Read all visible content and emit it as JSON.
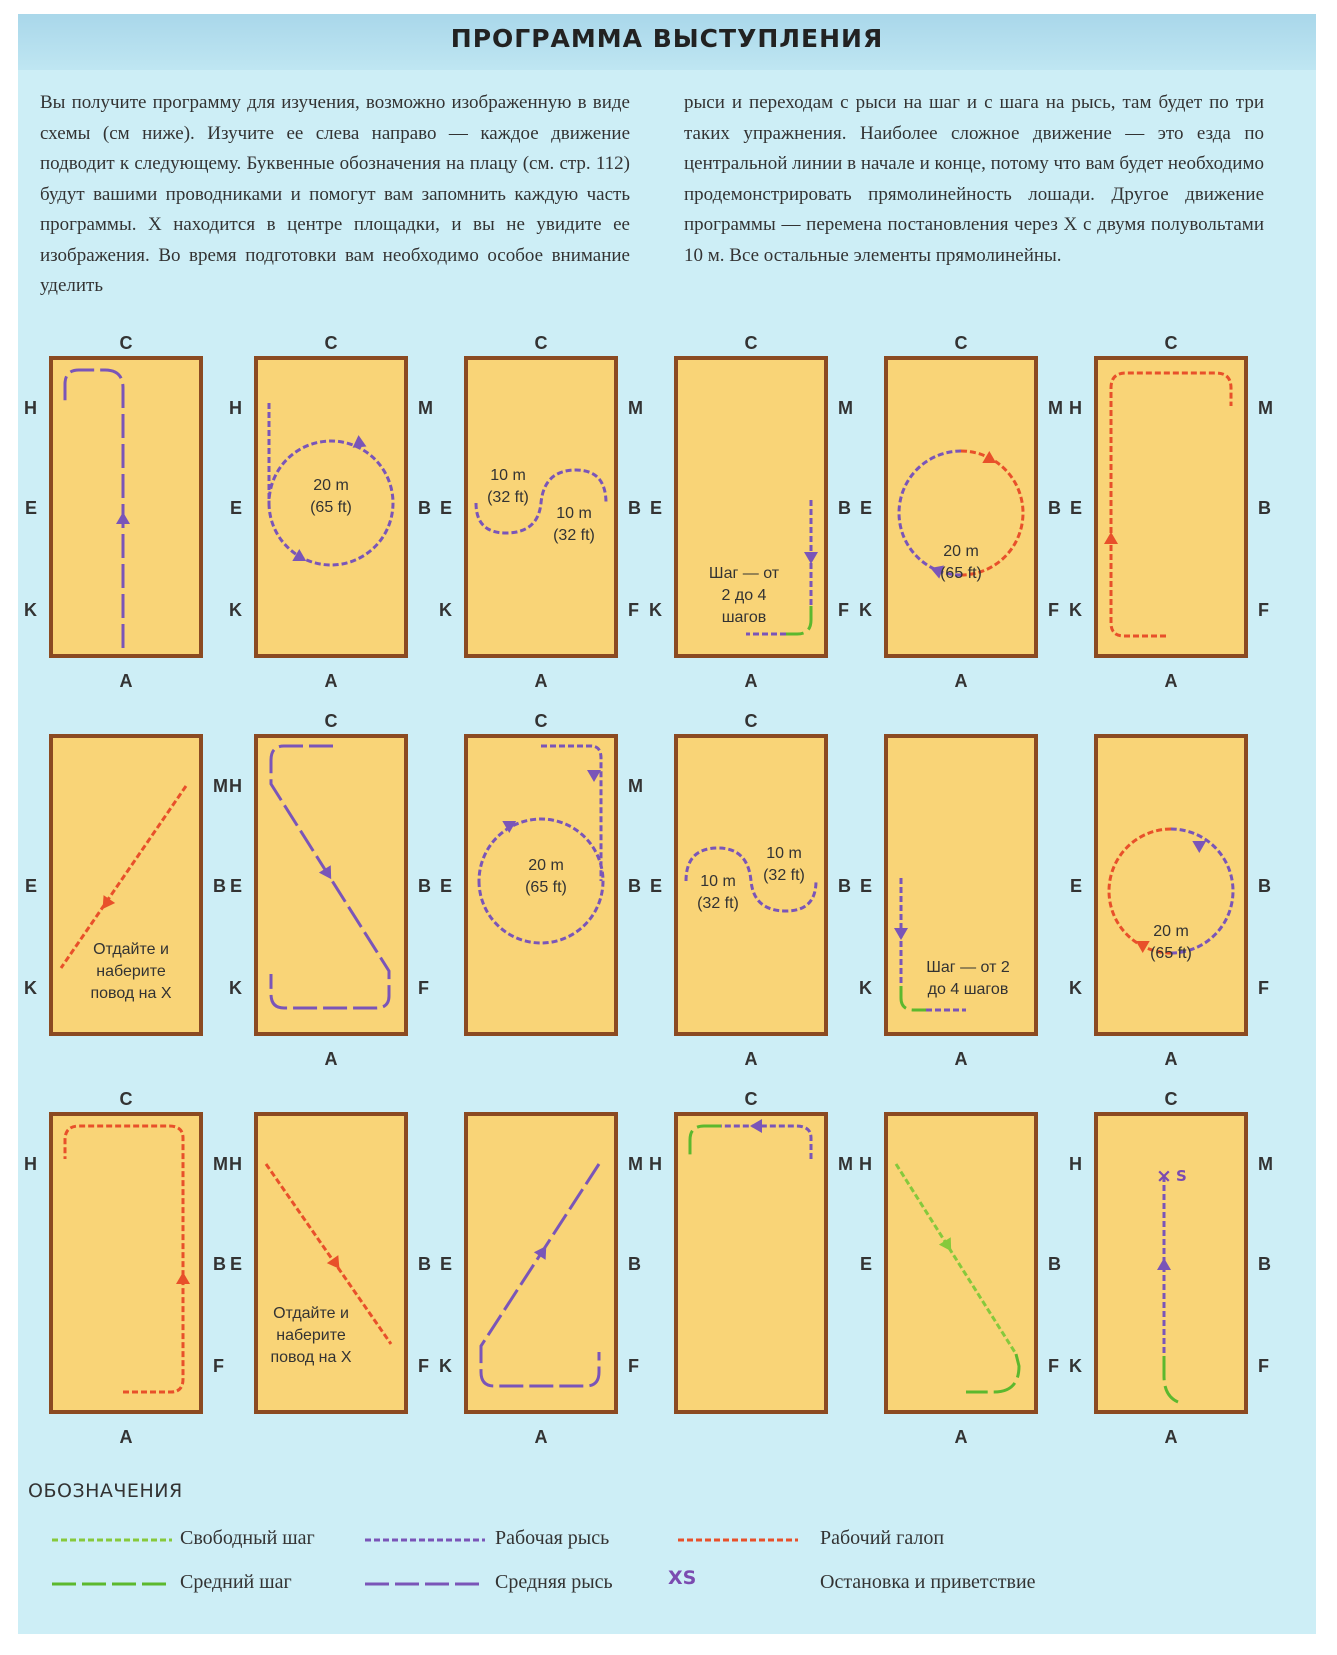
{
  "title": "ПРОГРАММА ВЫСТУПЛЕНИЯ",
  "intro": {
    "left": "Вы получите программу для изучения, возможно изображенную в виде схемы (см ниже). Изучите ее слева направо — каждое движение подводит к следующему. Буквенные обозначения на плацу (см. стр. 112) будут вашими проводниками и помогут вам запомнить каждую часть программы. X находится в центре площадки, и вы не увидите ее изображения. Во время подготовки вам необходимо особое внимание уделить",
    "right": "рыси и переходам с рыси на шаг и с шага на рысь, там будет по три таких упражнения. Наиболее сложное движение — это езда по центральной линии в начале и конце, потому что вам будет необходимо продемонстрировать прямолинейность лошади. Другое движение программы — перемена постановления через X с двумя полувольтами 10 м. Все остальные элементы прямолинейны."
  },
  "colors": {
    "free_walk": "#86c93c",
    "medium_walk": "#5cb82e",
    "working_trot": "#7a55b8",
    "medium_trot": "#7a55b8",
    "working_canter": "#e8502a",
    "halt": "#7b4bb0",
    "arena_fill": "#f9d477",
    "arena_border": "#8b4a22"
  },
  "letters": {
    "C": "C",
    "A": "A",
    "H": "H",
    "M": "M",
    "E": "E",
    "B": "B",
    "K": "K",
    "F": "F"
  },
  "labels": {
    "circle20_line1": "20 m",
    "circle20_line2": "(65 ft)",
    "circle10_line1": "10 m",
    "circle10_line2": "(32 ft)",
    "walk_4_l1": "Шаг — от",
    "walk_4_l2": "2 до 4",
    "walk_4_l3": "шагов",
    "walk_10_l1": "Шаг — от 2",
    "walk_10_l2": "до 4 шагов",
    "rein_l1": "Отдайте и",
    "rein_l2": "наберите",
    "rein_l3": "повод на X"
  },
  "legend": {
    "title": "ОБОЗНАЧЕНИЯ",
    "free_walk": "Свободный шаг",
    "medium_walk": "Средний шаг",
    "working_trot": "Рабочая рысь",
    "medium_trot": "Средняя рысь",
    "working_canter": "Рабочий галоп",
    "halt": "Остановка и приветствие",
    "halt_symbol": "XS",
    "halt_mark": "S"
  }
}
